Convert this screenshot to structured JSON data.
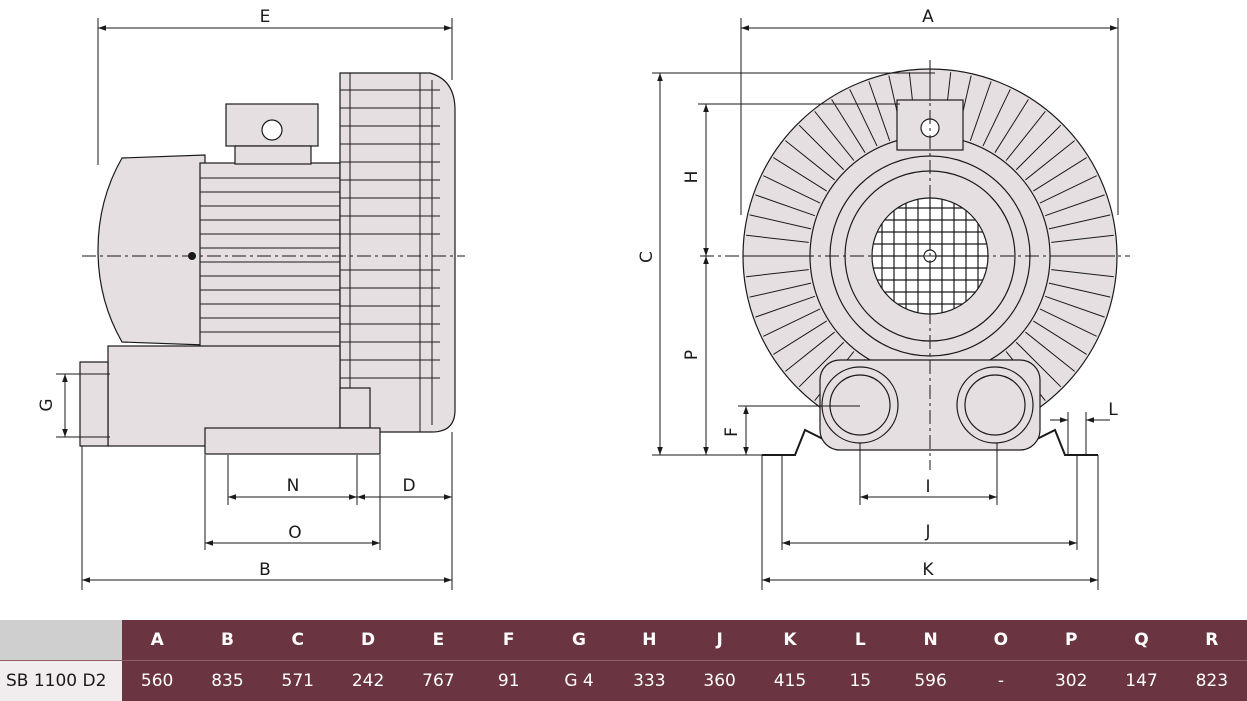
{
  "dimension_labels": {
    "A": "A",
    "B": "B",
    "C": "C",
    "D": "D",
    "E": "E",
    "F": "F",
    "G": "G",
    "H": "H",
    "I": "I",
    "J": "J",
    "K": "K",
    "L": "L",
    "N": "N",
    "O": "O",
    "P": "P"
  },
  "table": {
    "columns": [
      "A",
      "B",
      "C",
      "D",
      "E",
      "F",
      "G",
      "H",
      "J",
      "K",
      "L",
      "N",
      "O",
      "P",
      "Q",
      "R"
    ],
    "rows": [
      {
        "model": "SB 1100 D2",
        "values": [
          "560",
          "835",
          "571",
          "242",
          "767",
          "91",
          "G 4",
          "333",
          "360",
          "415",
          "15",
          "596",
          "-",
          "302",
          "147",
          "823"
        ]
      }
    ]
  },
  "colors": {
    "header_bg": "#6a3440",
    "body_fill": "#e6dfe2",
    "line": "#1a1a1a"
  }
}
